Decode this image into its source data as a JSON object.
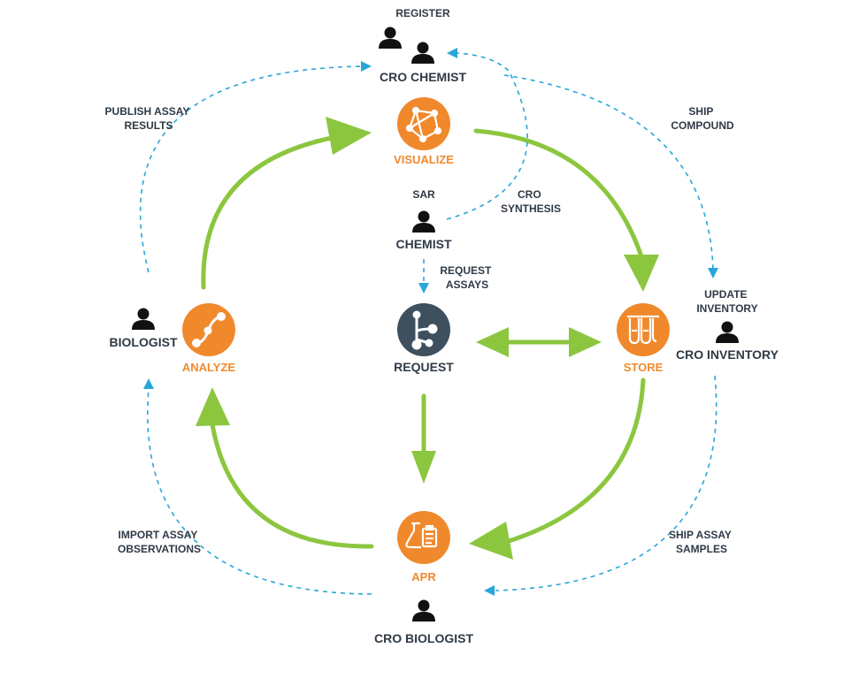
{
  "nodes": {
    "visualize": "VISUALIZE",
    "store": "STORE",
    "apr": "APR",
    "analyze": "ANALYZE",
    "request": "REQUEST"
  },
  "roles": {
    "cro_chemist": "CRO CHEMIST",
    "chemist": "CHEMIST",
    "biologist": "BIOLOGIST",
    "cro_inventory": "CRO INVENTORY",
    "cro_biologist": "CRO BIOLOGIST"
  },
  "actions": {
    "register": "REGISTER",
    "publish_assay_results": [
      "PUBLISH ASSAY",
      "RESULTS"
    ],
    "ship_compound": [
      "SHIP",
      "COMPOUND"
    ],
    "sar": "SAR",
    "cro_synthesis": [
      "CRO",
      "SYNTHESIS"
    ],
    "request_assays": [
      "REQUEST",
      "ASSAYS"
    ],
    "update_inventory": [
      "UPDATE",
      "INVENTORY"
    ],
    "import_assay_observations": [
      "IMPORT ASSAY",
      "OBSERVATIONS"
    ],
    "ship_assay_samples": [
      "SHIP ASSAY",
      "SAMPLES"
    ]
  },
  "colors": {
    "orange": "#f0892c",
    "green": "#8cc63f",
    "blue_dashed": "#29a6d9",
    "dark_node": "#3e4f5e",
    "text": "#2f3a46"
  },
  "icons": {
    "visualize": "network-icon",
    "store": "test-tubes-icon",
    "apr": "flask-clipboard-icon",
    "analyze": "graph-line-icon",
    "request": "branch-icon",
    "person": "person-icon"
  }
}
